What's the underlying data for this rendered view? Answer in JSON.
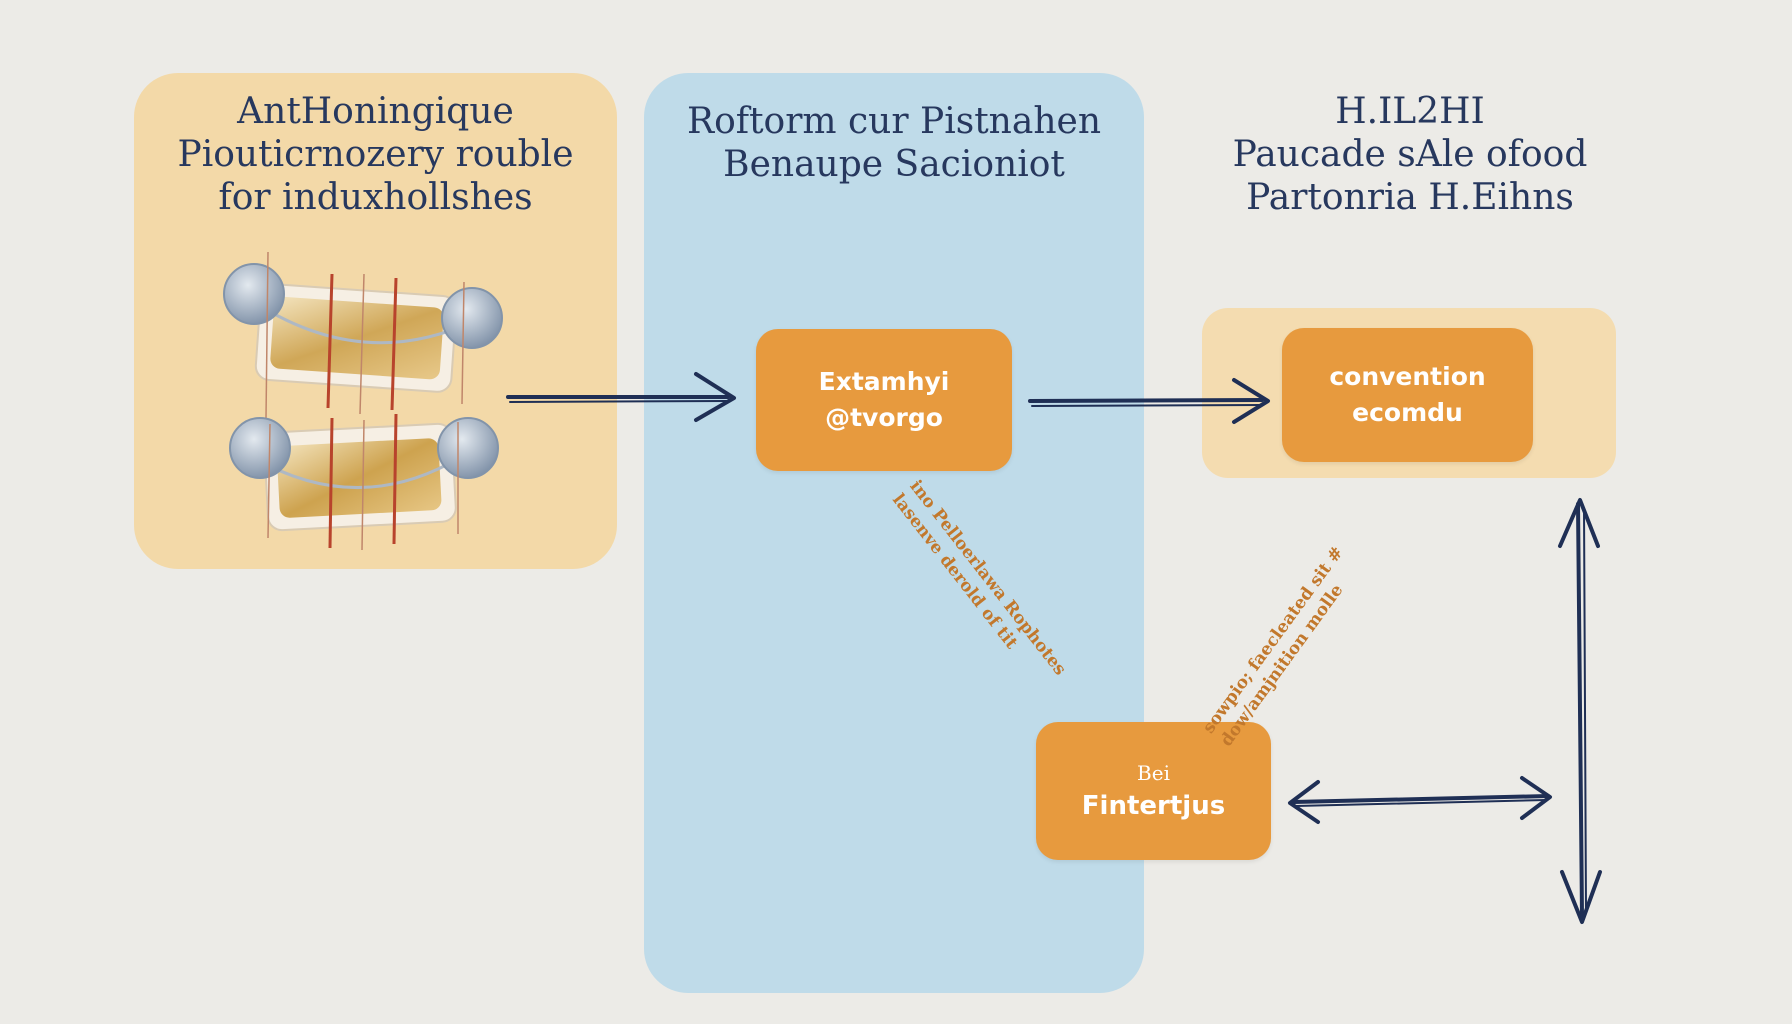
{
  "panels": {
    "left": {
      "title": [
        "AntHoningique",
        "Piouticrnozery rouble",
        "for induxhollshes"
      ],
      "colors": {
        "background": "#f3d9a8"
      }
    },
    "center": {
      "title": [
        "Roftorm cur Pistnahen",
        "Benaupe Sacioniot"
      ],
      "colors": {
        "background": "#bfdbe9"
      }
    },
    "right": {
      "title": [
        "H.IL2HI",
        "Paucade sAle ofood",
        "Partonria H.Eihns"
      ],
      "colors": {
        "background": "#f4dcb0"
      }
    }
  },
  "nodes": {
    "a": {
      "lines": [
        "Extamhyi",
        "@tvorgo"
      ]
    },
    "b": {
      "lines": [
        "convention",
        "ecomdu"
      ]
    },
    "c": {
      "small": "Bei",
      "big": "Fintertjus"
    }
  },
  "edge_labels": {
    "e1": [
      "ino Pelloerlawa Rophotes",
      "lasenve derold of tit"
    ],
    "e2": [
      "sowpio; faecleated sit #",
      "dow/amjnition molle"
    ]
  },
  "illustration": {
    "icon": "capsule-device-illustration"
  },
  "colors": {
    "node_fill": "#e79a3e",
    "arrow": "#1f2f55",
    "title_text": "#27385e",
    "edge_label_text": "#c2782c"
  }
}
